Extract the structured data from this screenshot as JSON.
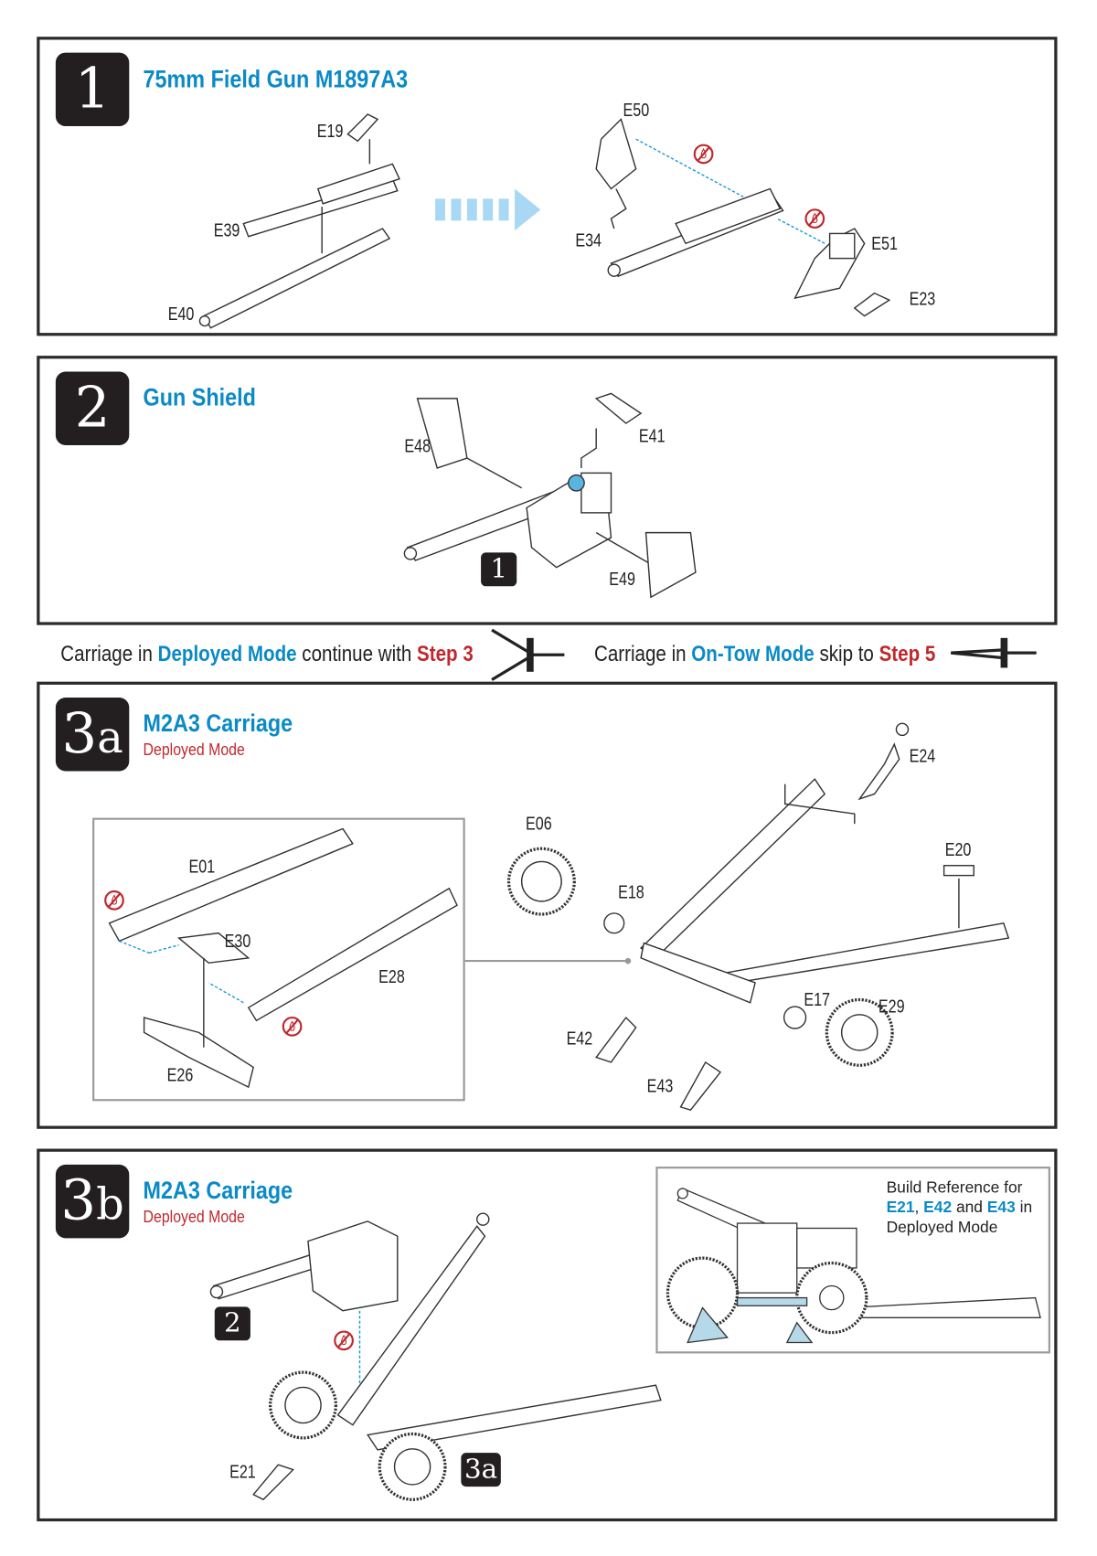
{
  "steps": {
    "s1": {
      "number": "1",
      "title": "75mm Field Gun M1897A3",
      "parts": [
        "E19",
        "E39",
        "E40",
        "E50",
        "E34",
        "E51",
        "E23"
      ]
    },
    "s2": {
      "number": "2",
      "title": "Gun Shield",
      "ref_badge": "1",
      "parts": [
        "E48",
        "E41",
        "E49"
      ]
    },
    "s3a": {
      "number": "3",
      "suffix": "a",
      "title": "M2A3 Carriage",
      "subtitle": "Deployed Mode",
      "parts": [
        "E01",
        "E30",
        "E28",
        "E26",
        "E06",
        "E18",
        "E24",
        "E20",
        "E17",
        "E29",
        "E42",
        "E43"
      ]
    },
    "s3b": {
      "number": "3",
      "suffix": "b",
      "title": "M2A3 Carriage",
      "subtitle": "Deployed Mode",
      "ref_badges": [
        "2",
        "3a"
      ],
      "parts": [
        "E21"
      ],
      "reference": {
        "line1": "Build Reference for",
        "p1": "E21",
        "sep1": ", ",
        "p2": "E42",
        "sep2": " and ",
        "p3": "E43",
        "tail": " in",
        "line3": "Deployed Mode"
      }
    }
  },
  "mode_choice": {
    "deployed": {
      "prefix": "Carriage in ",
      "mode": "Deployed Mode",
      "mid": " continue with ",
      "step": "Step 3"
    },
    "ontow": {
      "prefix": "Carriage in ",
      "mode": "On-Tow Mode",
      "mid": " skip to ",
      "step": "Step 5"
    }
  },
  "colors": {
    "accent_blue": "#0a8ac6",
    "accent_red": "#c0282d",
    "badge": "#231f20",
    "glue_free_icon": "no-glue-icon"
  }
}
